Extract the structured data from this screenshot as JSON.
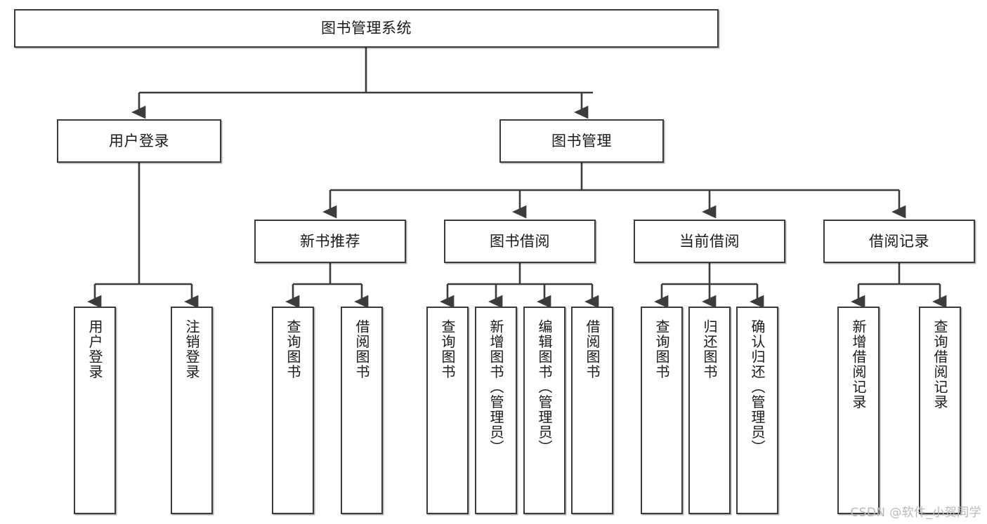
{
  "diagram": {
    "title_node": {
      "label": "图书管理系统"
    },
    "level2": [
      {
        "id": "user-login",
        "label": "用户登录"
      },
      {
        "id": "book-management",
        "label": "图书管理"
      }
    ],
    "level3": [
      {
        "id": "new-book-recommend",
        "label": "新书推荐"
      },
      {
        "id": "book-borrow",
        "label": "图书借阅"
      },
      {
        "id": "current-borrow",
        "label": "当前借阅"
      },
      {
        "id": "borrow-record",
        "label": "借阅记录"
      }
    ],
    "leaves": [
      {
        "id": "leaf-user-login",
        "label": "用户登录"
      },
      {
        "id": "leaf-logout-login",
        "label": "注销登录"
      },
      {
        "id": "leaf-query-book-1",
        "label": "查询图书"
      },
      {
        "id": "leaf-borrow-book-1",
        "label": "借阅图书"
      },
      {
        "id": "leaf-query-book-2",
        "label": "查询图书"
      },
      {
        "id": "leaf-add-book-admin",
        "label": "新增图书（管理员）"
      },
      {
        "id": "leaf-edit-book-admin",
        "label": "编辑图书（管理员）"
      },
      {
        "id": "leaf-borrow-book-2",
        "label": "借阅图书"
      },
      {
        "id": "leaf-query-book-3",
        "label": "查询图书"
      },
      {
        "id": "leaf-return-book",
        "label": "归还图书"
      },
      {
        "id": "leaf-confirm-return-admin",
        "label": "确认归还（管理员）"
      },
      {
        "id": "leaf-add-borrow-record",
        "label": "新增借阅记录"
      },
      {
        "id": "leaf-query-borrow-record",
        "label": "查询借阅记录"
      }
    ],
    "watermark": "CSDN @软件_小贺同学",
    "colors": {
      "stroke": "#3c3c3c",
      "fill": "#ffffff",
      "text": "#1a1a1a",
      "watermark": "#b9b9b9"
    }
  }
}
